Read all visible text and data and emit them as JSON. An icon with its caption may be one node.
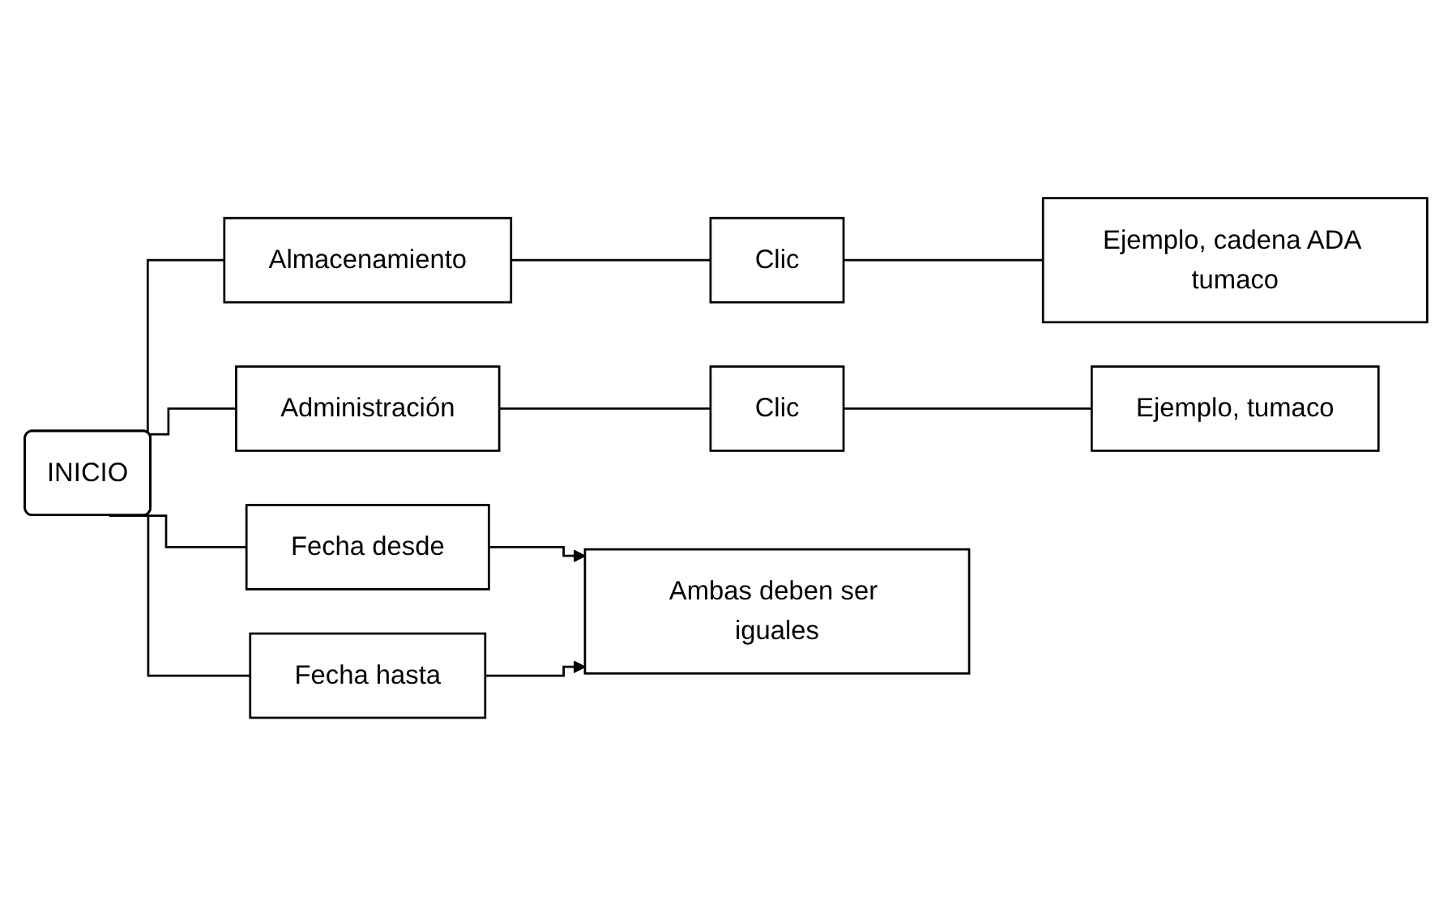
{
  "diagram": {
    "nodes": [
      {
        "text": [
          "INICIO"
        ]
      },
      {
        "text": [
          "Almacenamiento"
        ]
      },
      {
        "text": [
          "Clic"
        ]
      },
      {
        "text": [
          "Ejemplo, cadena ADA tumaco"
        ]
      },
      {
        "text": [
          "Administración"
        ]
      },
      {
        "text": [
          "Clic"
        ]
      },
      {
        "text": [
          "Ejemplo, tumaco"
        ]
      },
      {
        "text": [
          "Fecha desde"
        ]
      },
      {
        "text": [
          "Fecha hasta"
        ]
      },
      {
        "text": [
          "Ambas deben ser iguales"
        ]
      }
    ],
    "edges": [
      {
        "from": 0,
        "to": 1,
        "arrow": "none"
      },
      {
        "from": 1,
        "to": 2,
        "arrow": "none"
      },
      {
        "from": 2,
        "to": 3,
        "arrow": "none"
      },
      {
        "from": 0,
        "to": 4,
        "arrow": "none"
      },
      {
        "from": 4,
        "to": 5,
        "arrow": "none"
      },
      {
        "from": 5,
        "to": 6,
        "arrow": "none"
      },
      {
        "from": 0,
        "to": 7,
        "arrow": "none"
      },
      {
        "from": 0,
        "to": 8,
        "arrow": "none"
      },
      {
        "from": 7,
        "to": 9,
        "arrow": "to"
      },
      {
        "from": 8,
        "to": 9,
        "arrow": "to"
      }
    ]
  }
}
